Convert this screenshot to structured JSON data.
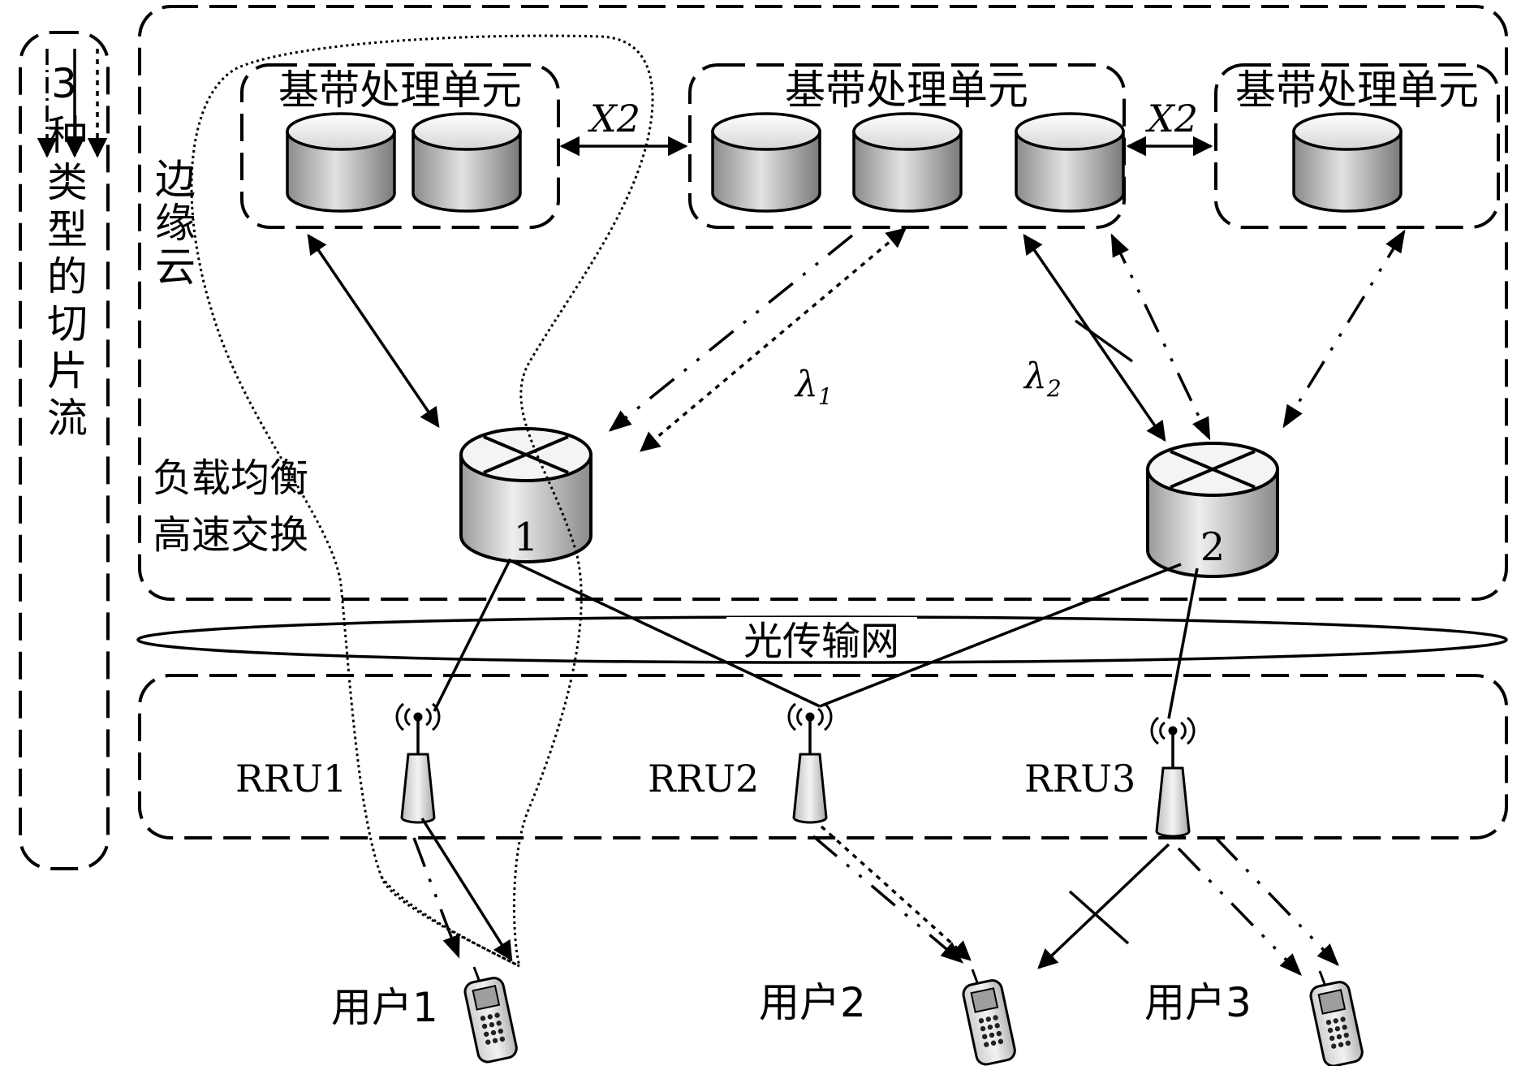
{
  "legend": {
    "label": "3种类型的切片流"
  },
  "edge_cloud": {
    "label": "边缘云",
    "lb_label_line1": "负载均衡",
    "lb_label_line2": "高速交换"
  },
  "bbu": {
    "left": {
      "title": "基带处理单元"
    },
    "middle": {
      "title": "基带处理单元"
    },
    "right": {
      "title": "基带处理单元"
    }
  },
  "links": {
    "x2_left": "X2",
    "x2_right": "X2",
    "lambda1": "λ",
    "lambda1_sub": "1",
    "lambda2": "λ",
    "lambda2_sub": "2"
  },
  "switches": {
    "s1": "1",
    "s2": "2"
  },
  "optical_network": {
    "label": "光传输网"
  },
  "rrus": [
    "RRU1",
    "RRU2",
    "RRU3"
  ],
  "users": [
    "用户1",
    "用户2",
    "用户3"
  ]
}
